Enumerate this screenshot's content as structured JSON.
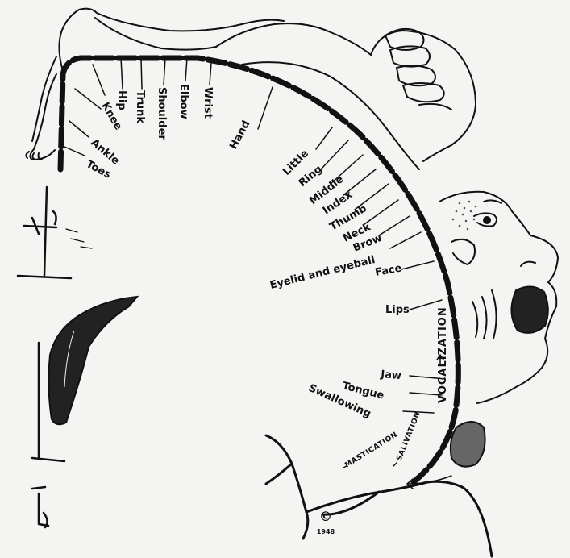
{
  "labels": {
    "toes": "Toes",
    "ankle": "Ankle",
    "knee": "Knee",
    "hip": "Hip",
    "trunk": "Trunk",
    "shoulder": "Shoulder",
    "elbow": "Elbow",
    "wrist": "Wrist",
    "hand": "Hand",
    "little": "Little",
    "ring": "Ring",
    "middle": "Middle",
    "index": "Index",
    "thumb": "Thumb",
    "neck": "Neck",
    "brow": "Brow",
    "eyelid": "Eyelid and eyeball",
    "face": "Face",
    "lips": "Lips",
    "vocalization": "VOCALIZATION",
    "jaw": "Jaw",
    "tongue": "Tongue",
    "swallowing": "Swallowing",
    "salivation": "SALIVATION",
    "mastication": "MASTICATION"
  },
  "copyright": {
    "symbol": "©",
    "year": "1948"
  },
  "colors": {
    "ink": "#111111",
    "paper": "#f4f4f2"
  }
}
